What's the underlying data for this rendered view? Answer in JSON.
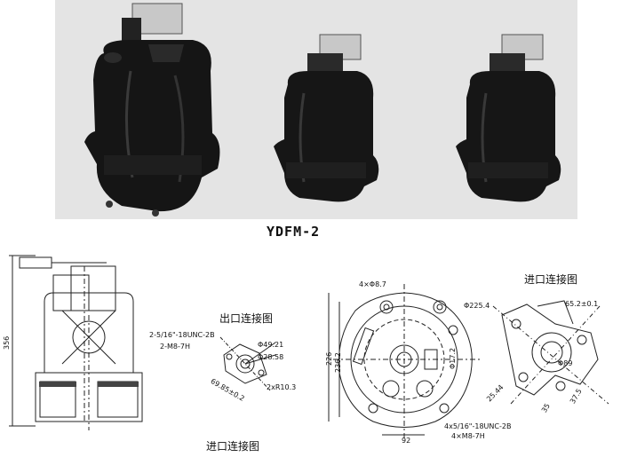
{
  "caption": {
    "model": "YDFM-2"
  },
  "labels": {
    "outlet_connection": "出口连接图",
    "inlet_connection_bottom": "进口连接图",
    "inlet_connection_right": "进口连接图"
  },
  "dimensions": {
    "height_356": "356",
    "thread_outlet": "2-5/16\"-18UNC-2B",
    "m8_outlet": "2-M8-7H",
    "phi49": "Φ49.21",
    "phi28": "Φ28.58",
    "r10": "2xR10.3",
    "b69": "69.85±0.2",
    "holes_4x": "4×Φ8.7",
    "phi225": "Φ225.4",
    "d236": "236.2",
    "d226": "226",
    "c172": "Φ17.2",
    "thread_inlet": "4x5/16\"-18UNC-2B",
    "m8_inlet": "4×M8-7H",
    "d92": "92",
    "r65": "65.2±0.1",
    "phi89": "Φ89",
    "d25_44": "25.44",
    "d35": "35",
    "d37_5": "37.5"
  }
}
